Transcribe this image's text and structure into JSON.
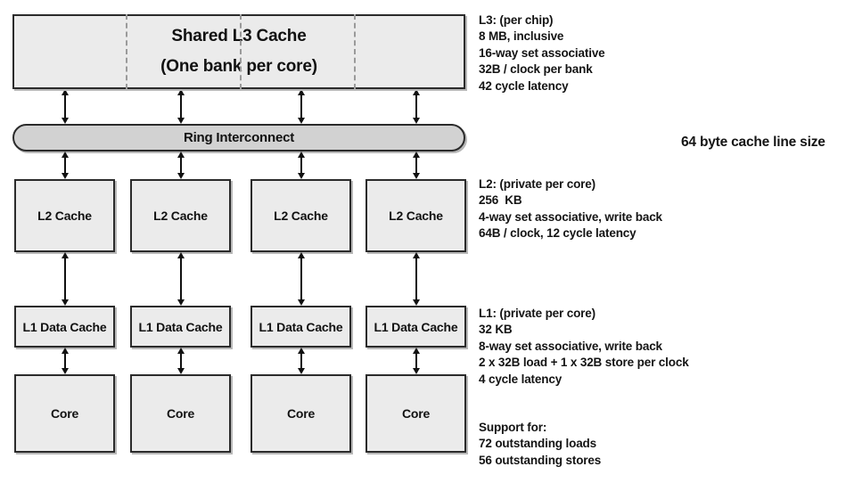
{
  "diagram": {
    "title": "CPU cache hierarchy diagram",
    "colors": {
      "block_fill": "#ebebeb",
      "block_border": "#2b2b2b",
      "ring_fill": "#d2d2d2",
      "divider": "#9a9a9a",
      "text": "#141414",
      "background": "#ffffff"
    }
  },
  "l3": {
    "line1": "Shared L3 Cache",
    "line2": "(One bank per core)",
    "bank_count": 4
  },
  "ring": {
    "label": "Ring Interconnect"
  },
  "columns": [
    {
      "l2_label": "L2 Cache",
      "l1_label": "L1 Data Cache",
      "core_label": "Core"
    },
    {
      "l2_label": "L2 Cache",
      "l1_label": "L1 Data Cache",
      "core_label": "Core"
    },
    {
      "l2_label": "L2 Cache",
      "l1_label": "L1 Data Cache",
      "core_label": "Core"
    },
    {
      "l2_label": "L2 Cache",
      "l1_label": "L1 Data Cache",
      "core_label": "Core"
    }
  ],
  "notes": {
    "l3": "L3: (per chip)\n8 MB, inclusive\n16-way set associative\n32B / clock per bank\n42 cycle latency",
    "l2": "L2: (private per core)\n256  KB\n4-way set associative, write back\n64B / clock, 12 cycle latency",
    "l1": "L1: (private per core)\n32 KB\n8-way set associative, write back\n2 x 32B load + 1 x 32B store per clock\n4 cycle latency",
    "support": "Support for:\n72 outstanding loads\n56 outstanding stores",
    "cache_line": "64 byte cache line size"
  }
}
